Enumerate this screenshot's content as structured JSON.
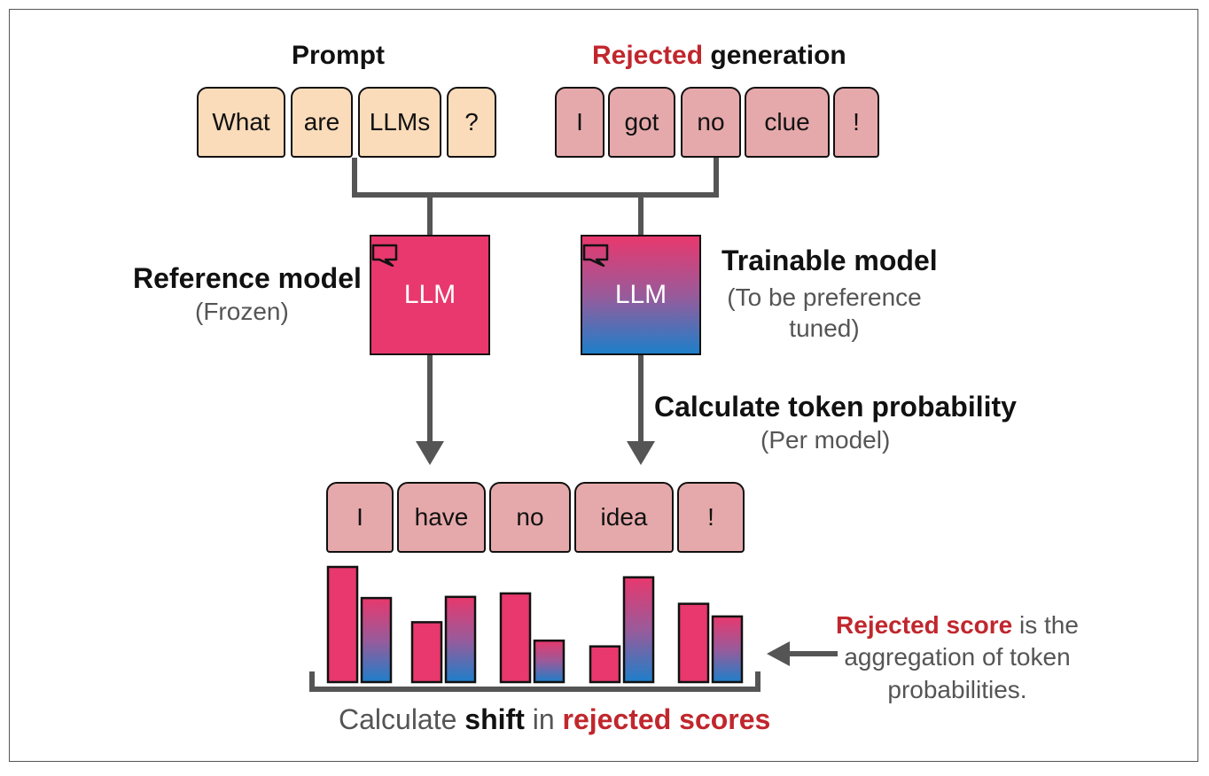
{
  "prompt": {
    "title": "Prompt",
    "tokens": [
      "What",
      "are",
      "LLMs",
      "?"
    ]
  },
  "rejected_generation": {
    "title_highlight": "Rejected",
    "title_rest": "generation",
    "tokens": [
      "I",
      "got",
      "no",
      "clue",
      "!"
    ]
  },
  "reference_model": {
    "title": "Reference model",
    "subtitle": "(Frozen)",
    "box_label": "LLM"
  },
  "trainable_model": {
    "title": "Trainable model",
    "subtitle_line1": "(To be preference",
    "subtitle_line2": "tuned)",
    "box_label": "LLM"
  },
  "probability": {
    "title": "Calculate token probability",
    "subtitle": "(Per model)"
  },
  "output_tokens": [
    "I",
    "have",
    "no",
    "idea",
    "!"
  ],
  "chart_data": {
    "type": "bar",
    "categories": [
      "I",
      "have",
      "no",
      "idea",
      "!"
    ],
    "series": [
      {
        "values": [
          1.0,
          0.52,
          0.77,
          0.31,
          0.68
        ]
      },
      {
        "values": [
          0.73,
          0.74,
          0.36,
          0.91,
          0.57
        ]
      }
    ],
    "colors": {
      "reference": "#e8386d",
      "trainable_top": "#e8386d",
      "trainable_bottom": "#1d7fc9"
    }
  },
  "note": {
    "highlight": "Rejected score",
    "line1_rest": "is the",
    "line2": "aggregation of token",
    "line3": "probabilities."
  },
  "caption": {
    "part1": "Calculate",
    "part2": "shift",
    "part3": "in",
    "part4": "rejected scores"
  },
  "colors": {
    "prompt_token": "#fbdcba",
    "gen_token": "#e6a9ab",
    "accent_red": "#c0272d",
    "pink": "#e8386d",
    "blue": "#1d7fc9",
    "connector": "#555555"
  }
}
